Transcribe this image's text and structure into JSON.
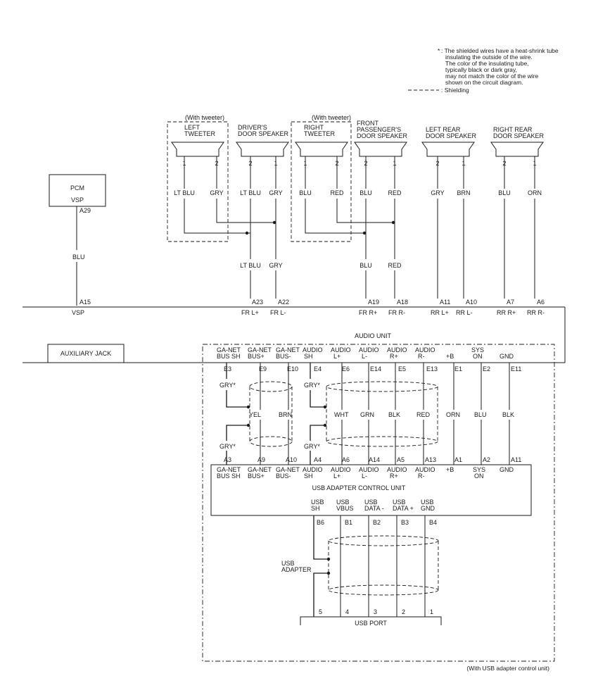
{
  "note": {
    "asterisk": "*",
    "lines": [
      ": The shielded wires have a heat-shrink tube",
      "insulating the outside of the wire.",
      "The color of the insulating tube,",
      "typically black or dark gray,",
      "may not match the color of the wire",
      "shown on the circuit diagram."
    ],
    "legend_shielding": ": Shielding"
  },
  "speakers": [
    {
      "with_note": "(With tweeter)",
      "name_lines": [
        "LEFT",
        "TWEETER"
      ],
      "pins": [
        "1",
        "2"
      ],
      "wires": [
        "LT BLU",
        "GRY"
      ]
    },
    {
      "with_note": "",
      "name_lines": [
        "DRIVER'S",
        "DOOR SPEAKER"
      ],
      "pins": [
        "2",
        "1"
      ],
      "wires": [
        "LT BLU",
        "GRY"
      ]
    },
    {
      "with_note": "(With tweeter)",
      "name_lines": [
        "RIGHT",
        "TWEETER"
      ],
      "pins": [
        "1",
        "2"
      ],
      "wires": [
        "BLU",
        "RED"
      ]
    },
    {
      "with_note": "",
      "name_lines": [
        "FRONT",
        "PASSENGER'S",
        "DOOR SPEAKER"
      ],
      "pins": [
        "2",
        "1"
      ],
      "wires": [
        "BLU",
        "RED"
      ]
    },
    {
      "with_note": "",
      "name_lines": [
        "LEFT REAR",
        "DOOR SPEAKER"
      ],
      "pins": [
        "2",
        "1"
      ],
      "wires": [
        "GRY",
        "BRN"
      ]
    },
    {
      "with_note": "",
      "name_lines": [
        "RIGHT REAR",
        "DOOR SPEAKER"
      ],
      "pins": [
        "2",
        "1"
      ],
      "wires": [
        "BLU",
        "ORN"
      ]
    }
  ],
  "front_lower_wires": [
    "LT BLU",
    "GRY",
    "BLU",
    "RED"
  ],
  "pcm": {
    "name": "PCM",
    "signal": "VSP",
    "pin": "A29",
    "wire": "BLU"
  },
  "audio_unit": {
    "name": "AUDIO UNIT",
    "top_pins": [
      {
        "pin": "A15",
        "label": "VSP"
      },
      {
        "pin": "A23",
        "label": "FR L+"
      },
      {
        "pin": "A22",
        "label": "FR L-"
      },
      {
        "pin": "A19",
        "label": "FR R+"
      },
      {
        "pin": "A18",
        "label": "FR R-"
      },
      {
        "pin": "A11",
        "label": "RR L+"
      },
      {
        "pin": "A10",
        "label": "RR L-"
      },
      {
        "pin": "A7",
        "label": "RR R+"
      },
      {
        "pin": "A6",
        "label": "RR R-"
      }
    ],
    "e_connectors": [
      {
        "l1": "GA-NET",
        "l2": "BUS SH",
        "pin": "E3"
      },
      {
        "l1": "GA-NET",
        "l2": "BUS+",
        "pin": "E9"
      },
      {
        "l1": "GA-NET",
        "l2": "BUS-",
        "pin": "E10"
      },
      {
        "l1": "AUDIO",
        "l2": "SH",
        "pin": "E4"
      },
      {
        "l1": "AUDIO",
        "l2": "L+",
        "pin": "E6"
      },
      {
        "l1": "AUDIO",
        "l2": "L-",
        "pin": "E14"
      },
      {
        "l1": "AUDIO",
        "l2": "R+",
        "pin": "E5"
      },
      {
        "l1": "AUDIO",
        "l2": "R-",
        "pin": "E13"
      },
      {
        "l1": "+B",
        "l2": "",
        "pin": "E1"
      },
      {
        "l1": "SYS",
        "l2": "ON",
        "pin": "E2"
      },
      {
        "l1": "GND",
        "l2": "",
        "pin": "E11"
      }
    ]
  },
  "auxiliary_jack": "AUXILIARY JACK",
  "mid_wires": [
    "GRY*",
    "YEL",
    "BRN",
    "GRY*",
    "WHT",
    "GRN",
    "BLK",
    "RED",
    "ORN",
    "BLU",
    "BLK"
  ],
  "lower_shield_labels": [
    "GRY*",
    "GRY*"
  ],
  "usb_control_unit": {
    "name": "USB ADAPTER CONTROL UNIT",
    "a_connectors": [
      {
        "l1": "GA-NET",
        "l2": "BUS SH",
        "pin": "A3"
      },
      {
        "l1": "GA-NET",
        "l2": "BUS+",
        "pin": "A9"
      },
      {
        "l1": "GA-NET",
        "l2": "BUS-",
        "pin": "A10"
      },
      {
        "l1": "AUDIO",
        "l2": "SH",
        "pin": "A4"
      },
      {
        "l1": "AUDIO",
        "l2": "L+",
        "pin": "A6"
      },
      {
        "l1": "AUDIO",
        "l2": "L-",
        "pin": "A14"
      },
      {
        "l1": "AUDIO",
        "l2": "R+",
        "pin": "A5"
      },
      {
        "l1": "AUDIO",
        "l2": "R-",
        "pin": "A13"
      },
      {
        "l1": "+B",
        "l2": "",
        "pin": "A1"
      },
      {
        "l1": "SYS",
        "l2": "ON",
        "pin": "A2"
      },
      {
        "l1": "GND",
        "l2": "",
        "pin": "A11"
      }
    ],
    "b_connectors": [
      {
        "l1": "USB",
        "l2": "SH",
        "pin": "B6"
      },
      {
        "l1": "USB",
        "l2": "VBUS",
        "pin": "B1"
      },
      {
        "l1": "USB",
        "l2": "DATA -",
        "pin": "B2"
      },
      {
        "l1": "USB",
        "l2": "DATA +",
        "pin": "B3"
      },
      {
        "l1": "USB",
        "l2": "GND",
        "pin": "B4"
      }
    ]
  },
  "usb_adapter_lines": [
    "USB",
    "ADAPTER"
  ],
  "usb_port": {
    "name": "USB PORT",
    "pins": [
      "5",
      "4",
      "3",
      "2",
      "1"
    ]
  },
  "footer_note": "(With USB adapter control unit)"
}
